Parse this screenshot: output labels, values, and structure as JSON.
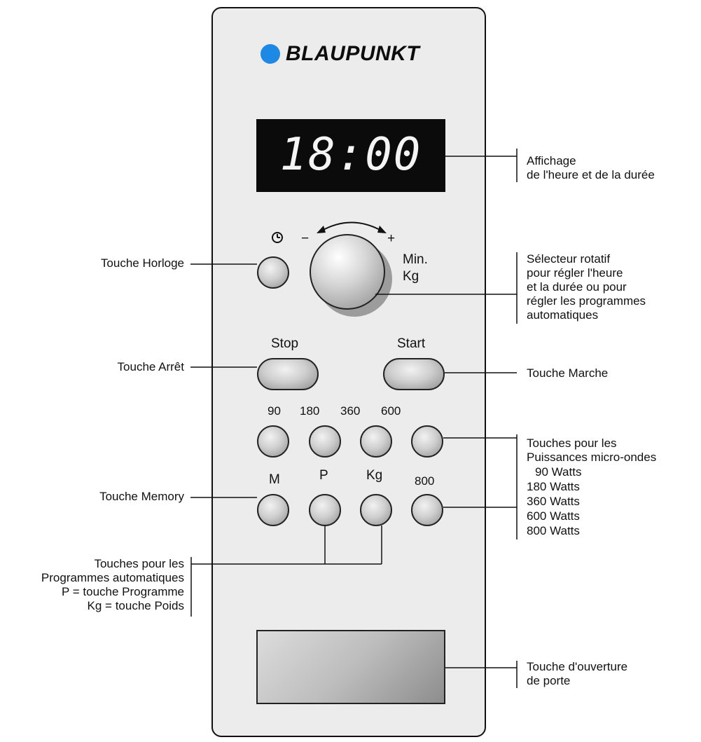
{
  "brand": {
    "name": "BLAUPUNKT",
    "accent_color": "#1e88e5"
  },
  "display": {
    "time": "18:00"
  },
  "panel": {
    "knob_minus": "−",
    "knob_plus": "+",
    "knob_label_min": "Min.",
    "knob_label_kg": "Kg",
    "clock_icon": "clock-icon",
    "stop_label": "Stop",
    "start_label": "Start",
    "power_labels": [
      "90",
      "180",
      "360",
      "600"
    ],
    "row2_labels": [
      "M",
      "P",
      "Kg",
      "800"
    ]
  },
  "annotations": {
    "affichage": [
      "Affichage",
      "de l'heure et de la durée"
    ],
    "horloge": "Touche Horloge",
    "selecteur": [
      "Sélecteur rotatif",
      "pour régler l'heure",
      "et la durée ou pour",
      "régler les programmes",
      "automatiques"
    ],
    "arret": "Touche Arrêt",
    "marche": "Touche Marche",
    "puissances": [
      "Touches pour les",
      "Puissances micro-ondes",
      "90 Watts",
      "180 Watts",
      "360 Watts",
      "600 Watts",
      "800 Watts"
    ],
    "memory": "Touche Memory",
    "programmes": [
      "Touches pour les",
      "Programmes automatiques",
      "P = touche Programme",
      "Kg = touche Poids"
    ],
    "porte": [
      "Touche d'ouverture",
      "de porte"
    ]
  }
}
